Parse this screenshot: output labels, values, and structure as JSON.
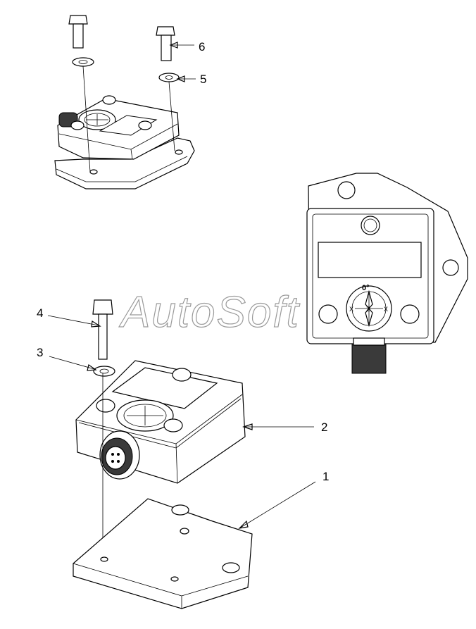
{
  "watermark": "AutoSoft",
  "callouts": [
    {
      "id": "1",
      "label": "1"
    },
    {
      "id": "2",
      "label": "2"
    },
    {
      "id": "3",
      "label": "3"
    },
    {
      "id": "4",
      "label": "4"
    },
    {
      "id": "5",
      "label": "5"
    },
    {
      "id": "6",
      "label": "6"
    }
  ],
  "dial_marks": {
    "zero": "0°",
    "x_left": "X",
    "x_right": "X",
    "z": "Z"
  },
  "colors": {
    "line": "#000000",
    "background": "#ffffff",
    "connector": "#3a3a3a",
    "watermark": "#9a9a9a"
  }
}
